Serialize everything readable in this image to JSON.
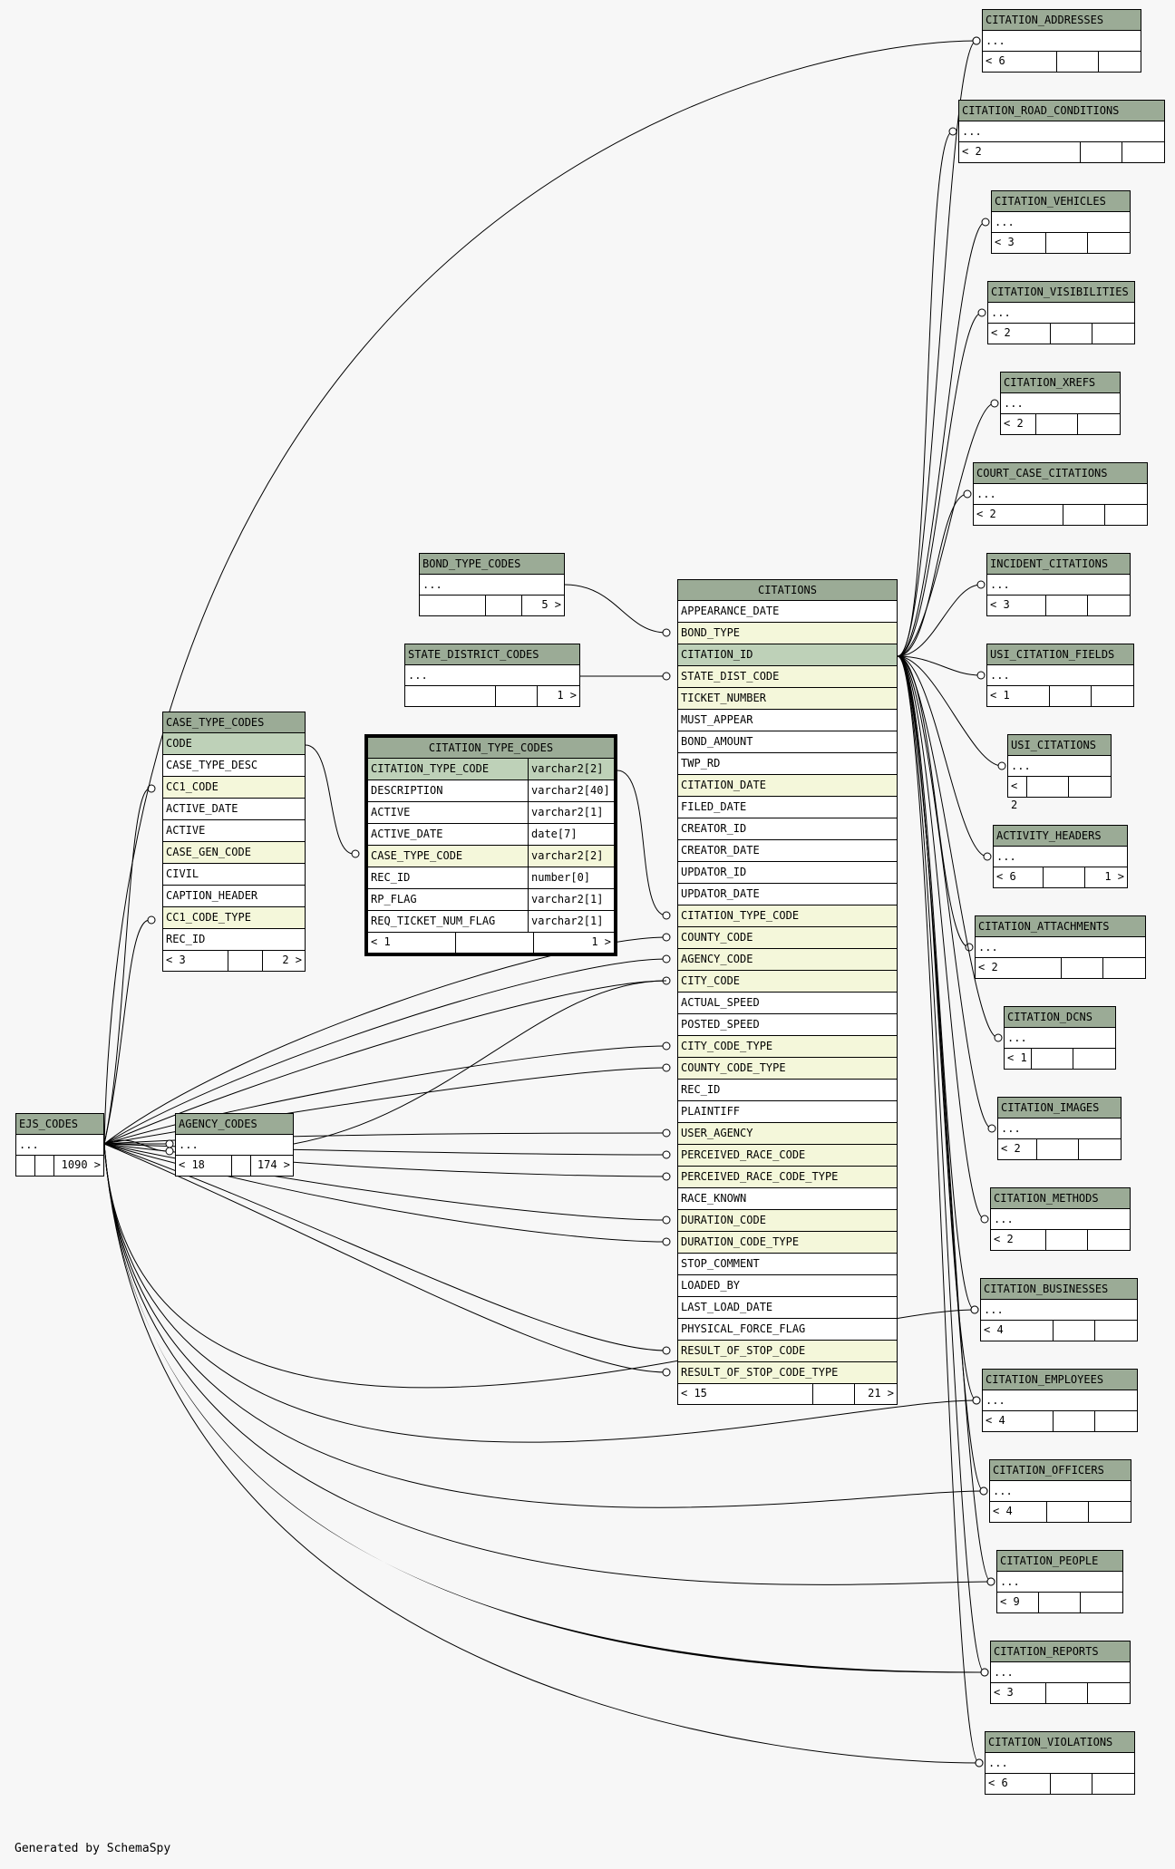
{
  "footer_text": "Generated by SchemaSpy",
  "colors": {
    "header": "#9bab96",
    "primary_key": "#bed1b8",
    "foreign_key": "#f4f7da",
    "background": "#f7f7f7"
  },
  "citations": {
    "title": "CITATIONS",
    "columns": [
      {
        "name": "APPEARANCE_DATE",
        "kind": "plain"
      },
      {
        "name": "BOND_TYPE",
        "kind": "fk"
      },
      {
        "name": "CITATION_ID",
        "kind": "pk"
      },
      {
        "name": "STATE_DIST_CODE",
        "kind": "fk"
      },
      {
        "name": "TICKET_NUMBER",
        "kind": "fk"
      },
      {
        "name": "MUST_APPEAR",
        "kind": "plain"
      },
      {
        "name": "BOND_AMOUNT",
        "kind": "plain"
      },
      {
        "name": "TWP_RD",
        "kind": "plain"
      },
      {
        "name": "CITATION_DATE",
        "kind": "fk"
      },
      {
        "name": "FILED_DATE",
        "kind": "plain"
      },
      {
        "name": "CREATOR_ID",
        "kind": "plain"
      },
      {
        "name": "CREATOR_DATE",
        "kind": "plain"
      },
      {
        "name": "UPDATOR_ID",
        "kind": "plain"
      },
      {
        "name": "UPDATOR_DATE",
        "kind": "plain"
      },
      {
        "name": "CITATION_TYPE_CODE",
        "kind": "fk"
      },
      {
        "name": "COUNTY_CODE",
        "kind": "fk"
      },
      {
        "name": "AGENCY_CODE",
        "kind": "fk"
      },
      {
        "name": "CITY_CODE",
        "kind": "fk"
      },
      {
        "name": "ACTUAL_SPEED",
        "kind": "plain"
      },
      {
        "name": "POSTED_SPEED",
        "kind": "plain"
      },
      {
        "name": "CITY_CODE_TYPE",
        "kind": "fk"
      },
      {
        "name": "COUNTY_CODE_TYPE",
        "kind": "fk"
      },
      {
        "name": "REC_ID",
        "kind": "plain"
      },
      {
        "name": "PLAINTIFF",
        "kind": "plain"
      },
      {
        "name": "USER_AGENCY",
        "kind": "fk"
      },
      {
        "name": "PERCEIVED_RACE_CODE",
        "kind": "fk"
      },
      {
        "name": "PERCEIVED_RACE_CODE_TYPE",
        "kind": "fk"
      },
      {
        "name": "RACE_KNOWN",
        "kind": "plain"
      },
      {
        "name": "DURATION_CODE",
        "kind": "fk"
      },
      {
        "name": "DURATION_CODE_TYPE",
        "kind": "fk"
      },
      {
        "name": "STOP_COMMENT",
        "kind": "plain"
      },
      {
        "name": "LOADED_BY",
        "kind": "plain"
      },
      {
        "name": "LAST_LOAD_DATE",
        "kind": "plain"
      },
      {
        "name": "PHYSICAL_FORCE_FLAG",
        "kind": "plain"
      },
      {
        "name": "RESULT_OF_STOP_CODE",
        "kind": "fk"
      },
      {
        "name": "RESULT_OF_STOP_CODE_TYPE",
        "kind": "fk"
      }
    ],
    "parents": "< 15",
    "children": "21 >"
  },
  "citation_type_codes": {
    "title": "CITATION_TYPE_CODES",
    "columns": [
      {
        "name": "CITATION_TYPE_CODE",
        "type": "varchar2[2]",
        "kind": "pk"
      },
      {
        "name": "DESCRIPTION",
        "type": "varchar2[40]",
        "kind": "plain"
      },
      {
        "name": "ACTIVE",
        "type": "varchar2[1]",
        "kind": "plain"
      },
      {
        "name": "ACTIVE_DATE",
        "type": "date[7]",
        "kind": "plain"
      },
      {
        "name": "CASE_TYPE_CODE",
        "type": "varchar2[2]",
        "kind": "fk"
      },
      {
        "name": "REC_ID",
        "type": "number[0]",
        "kind": "plain"
      },
      {
        "name": "RP_FLAG",
        "type": "varchar2[1]",
        "kind": "plain"
      },
      {
        "name": "REQ_TICKET_NUM_FLAG",
        "type": "varchar2[1]",
        "kind": "plain"
      }
    ],
    "parents": "< 1",
    "children": "1 >"
  },
  "case_type_codes": {
    "title": "CASE_TYPE_CODES",
    "columns": [
      {
        "name": "CODE",
        "kind": "pk"
      },
      {
        "name": "CASE_TYPE_DESC",
        "kind": "plain"
      },
      {
        "name": "CC1_CODE",
        "kind": "fk"
      },
      {
        "name": "ACTIVE_DATE",
        "kind": "plain"
      },
      {
        "name": "ACTIVE",
        "kind": "plain"
      },
      {
        "name": "CASE_GEN_CODE",
        "kind": "fk"
      },
      {
        "name": "CIVIL",
        "kind": "plain"
      },
      {
        "name": "CAPTION_HEADER",
        "kind": "plain"
      },
      {
        "name": "CC1_CODE_TYPE",
        "kind": "fk"
      },
      {
        "name": "REC_ID",
        "kind": "plain"
      }
    ],
    "parents": "< 3",
    "children": "2 >"
  },
  "bond_type_codes": {
    "title": "BOND_TYPE_CODES",
    "ellipsis": "...",
    "parents": "",
    "children": "5 >"
  },
  "state_district_codes": {
    "title": "STATE_DISTRICT_CODES",
    "ellipsis": "...",
    "parents": "",
    "children": "1 >"
  },
  "ejs_codes": {
    "title": "EJS_CODES",
    "ellipsis": "...",
    "parents": "",
    "children": "1090 >"
  },
  "agency_codes": {
    "title": "AGENCY_CODES",
    "ellipsis": "...",
    "parents": "< 18",
    "children": "174 >"
  },
  "child_tables": [
    {
      "title": "CITATION_ADDRESSES",
      "ellipsis": "...",
      "parents": "< 6",
      "children": ""
    },
    {
      "title": "CITATION_ROAD_CONDITIONS",
      "ellipsis": "...",
      "parents": "< 2",
      "children": ""
    },
    {
      "title": "CITATION_VEHICLES",
      "ellipsis": "...",
      "parents": "< 3",
      "children": ""
    },
    {
      "title": "CITATION_VISIBILITIES",
      "ellipsis": "...",
      "parents": "< 2",
      "children": ""
    },
    {
      "title": "CITATION_XREFS",
      "ellipsis": "...",
      "parents": "< 2",
      "children": ""
    },
    {
      "title": "COURT_CASE_CITATIONS",
      "ellipsis": "...",
      "parents": "< 2",
      "children": ""
    },
    {
      "title": "INCIDENT_CITATIONS",
      "ellipsis": "...",
      "parents": "< 3",
      "children": ""
    },
    {
      "title": "USI_CITATION_FIELDS",
      "ellipsis": "...",
      "parents": "< 1",
      "children": ""
    },
    {
      "title": "USI_CITATIONS",
      "ellipsis": "...",
      "parents": "< 2",
      "children": ""
    },
    {
      "title": "ACTIVITY_HEADERS",
      "ellipsis": "...",
      "parents": "< 6",
      "children": "1 >"
    },
    {
      "title": "CITATION_ATTACHMENTS",
      "ellipsis": "...",
      "parents": "< 2",
      "children": ""
    },
    {
      "title": "CITATION_DCNS",
      "ellipsis": "...",
      "parents": "< 1",
      "children": ""
    },
    {
      "title": "CITATION_IMAGES",
      "ellipsis": "...",
      "parents": "< 2",
      "children": ""
    },
    {
      "title": "CITATION_METHODS",
      "ellipsis": "...",
      "parents": "< 2",
      "children": ""
    },
    {
      "title": "CITATION_BUSINESSES",
      "ellipsis": "...",
      "parents": "< 4",
      "children": ""
    },
    {
      "title": "CITATION_EMPLOYEES",
      "ellipsis": "...",
      "parents": "< 4",
      "children": ""
    },
    {
      "title": "CITATION_OFFICERS",
      "ellipsis": "...",
      "parents": "< 4",
      "children": ""
    },
    {
      "title": "CITATION_PEOPLE",
      "ellipsis": "...",
      "parents": "< 9",
      "children": ""
    },
    {
      "title": "CITATION_REPORTS",
      "ellipsis": "...",
      "parents": "< 3",
      "children": ""
    },
    {
      "title": "CITATION_VIOLATIONS",
      "ellipsis": "...",
      "parents": "< 6",
      "children": ""
    }
  ]
}
